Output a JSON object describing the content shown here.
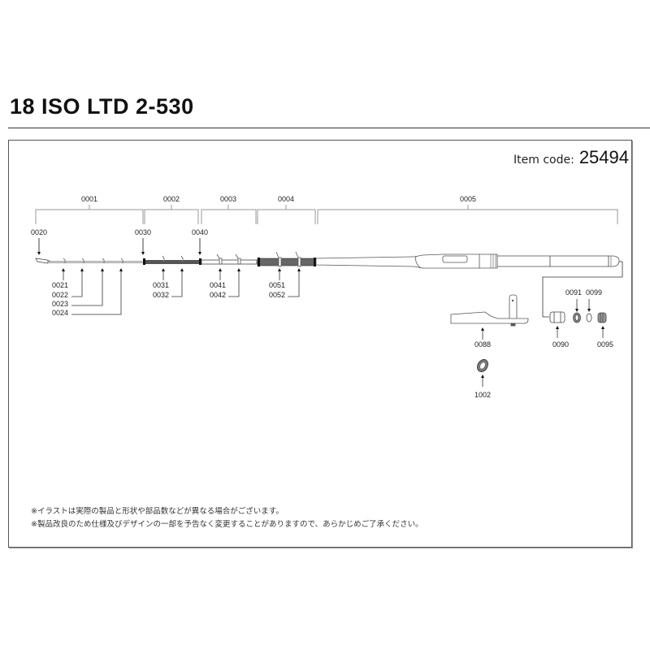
{
  "header": {
    "title": "18 ISO LTD 2-530"
  },
  "item_code": {
    "label": "Item code:",
    "value": "25494"
  },
  "sections": [
    {
      "code": "0001"
    },
    {
      "code": "0002"
    },
    {
      "code": "0003"
    },
    {
      "code": "0004"
    },
    {
      "code": "0005"
    }
  ],
  "parts": {
    "tip_top": "0020",
    "guide_21": "0021",
    "guide_22": "0022",
    "guide_23": "0023",
    "guide_24": "0024",
    "guide_30": "0030",
    "guide_31": "0031",
    "guide_32": "0032",
    "guide_40": "0040",
    "guide_41": "0041",
    "guide_42": "0042",
    "guide_51": "0051",
    "guide_52": "0052",
    "reel_seat": "0088",
    "butt_cap": "0090",
    "part_91": "0091",
    "part_99": "0099",
    "part_95": "0095",
    "part_1002": "1002"
  },
  "notes": [
    "※イラストは実際の製品と形状や部品数などが異なる場合がございます。",
    "※製品改良のため仕様及びデザインの一部を予告なく変更することがありますので、あらかじめご了承ください。"
  ]
}
